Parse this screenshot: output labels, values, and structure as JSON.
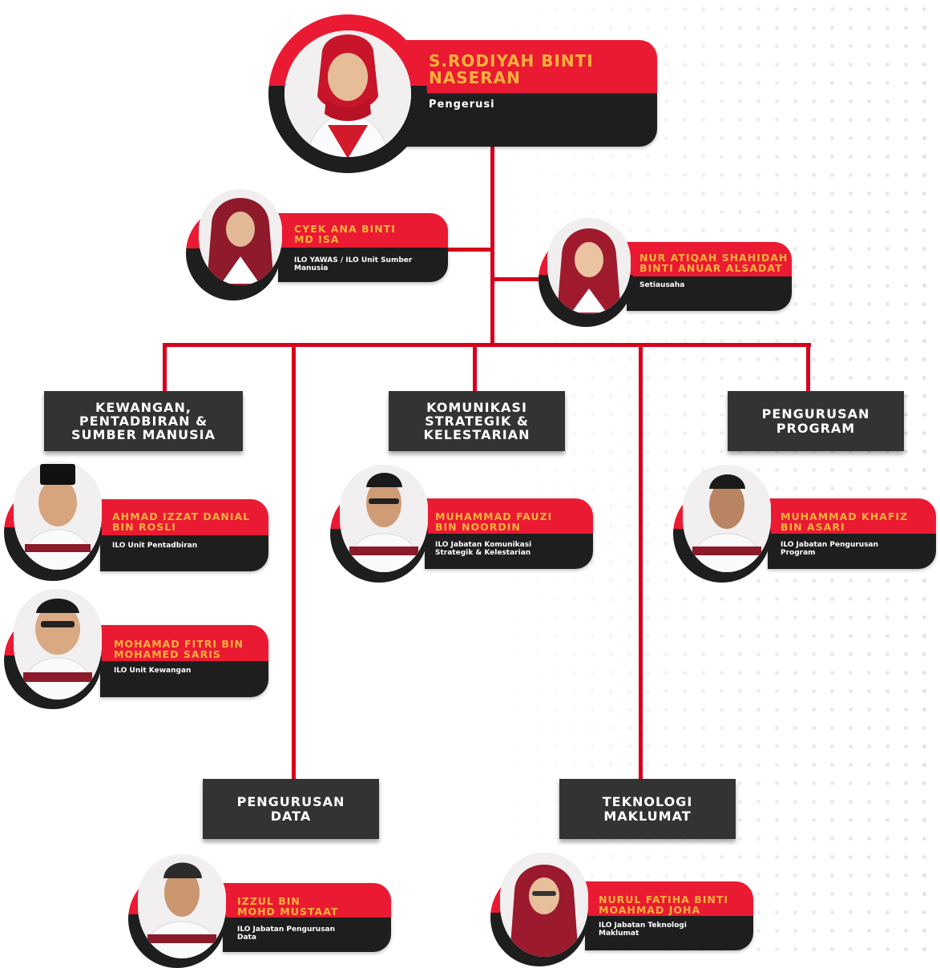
{
  "chairman": {
    "name": "S.RODIYAH BINTI\nNASERAN",
    "role": "Pengerusi"
  },
  "deputy_left": {
    "name": "CYEK ANA BINTI\nMD ISA",
    "role": "ILO YAWAS / ILO Unit Sumber\nManusia"
  },
  "secretary": {
    "name": "NUR ATIQAH SHAHIDAH\nBINTI ANUAR ALSADAT",
    "role": "Setiausaha"
  },
  "departments": {
    "kewangan": "KEWANGAN,\nPENTADBIRAN &\nSUMBER MANUSIA",
    "komunikasi": "KOMUNIKASI\nSTRATEGIK &\nKELESTARIAN",
    "program": "PENGURUSAN\nPROGRAM",
    "data": "PENGURUSAN\nDATA",
    "teknologi": "TEKNOLOGI\nMAKLUMAT"
  },
  "members": {
    "izzat": {
      "name": "AHMAD IZZAT DANIAL\nBIN ROSLI",
      "role": "ILO Unit Pentadbiran"
    },
    "fitri": {
      "name": "MOHAMAD FITRI BIN\nMOHAMED SARIS",
      "role": "ILO Unit Kewangan"
    },
    "fauzi": {
      "name": "MUHAMMAD FAUZI\nBIN NOORDIN",
      "role": "ILO Jabatan Komunikasi\nStrategik & Kelestarian"
    },
    "khafiz": {
      "name": "MUHAMMAD KHAFIZ\nBIN ASARI",
      "role": "ILO Jabatan Pengurusan\nProgram"
    },
    "izzul": {
      "name": "IZZUL BIN\nMOHD MUSTAAT",
      "role": "ILO Jabatan Pengurusan\nData"
    },
    "fatiha": {
      "name": "NURUL FATIHA BINTI\nMOAHMAD JOHA",
      "role": "ILO Jabatan Teknologi\nMaklumat"
    }
  },
  "colors": {
    "accent_red": "#ea1a33",
    "dark": "#1e1e1e",
    "name_gold": "#ffb23b",
    "dept_bg": "#333333",
    "connector": "#d6001c"
  }
}
